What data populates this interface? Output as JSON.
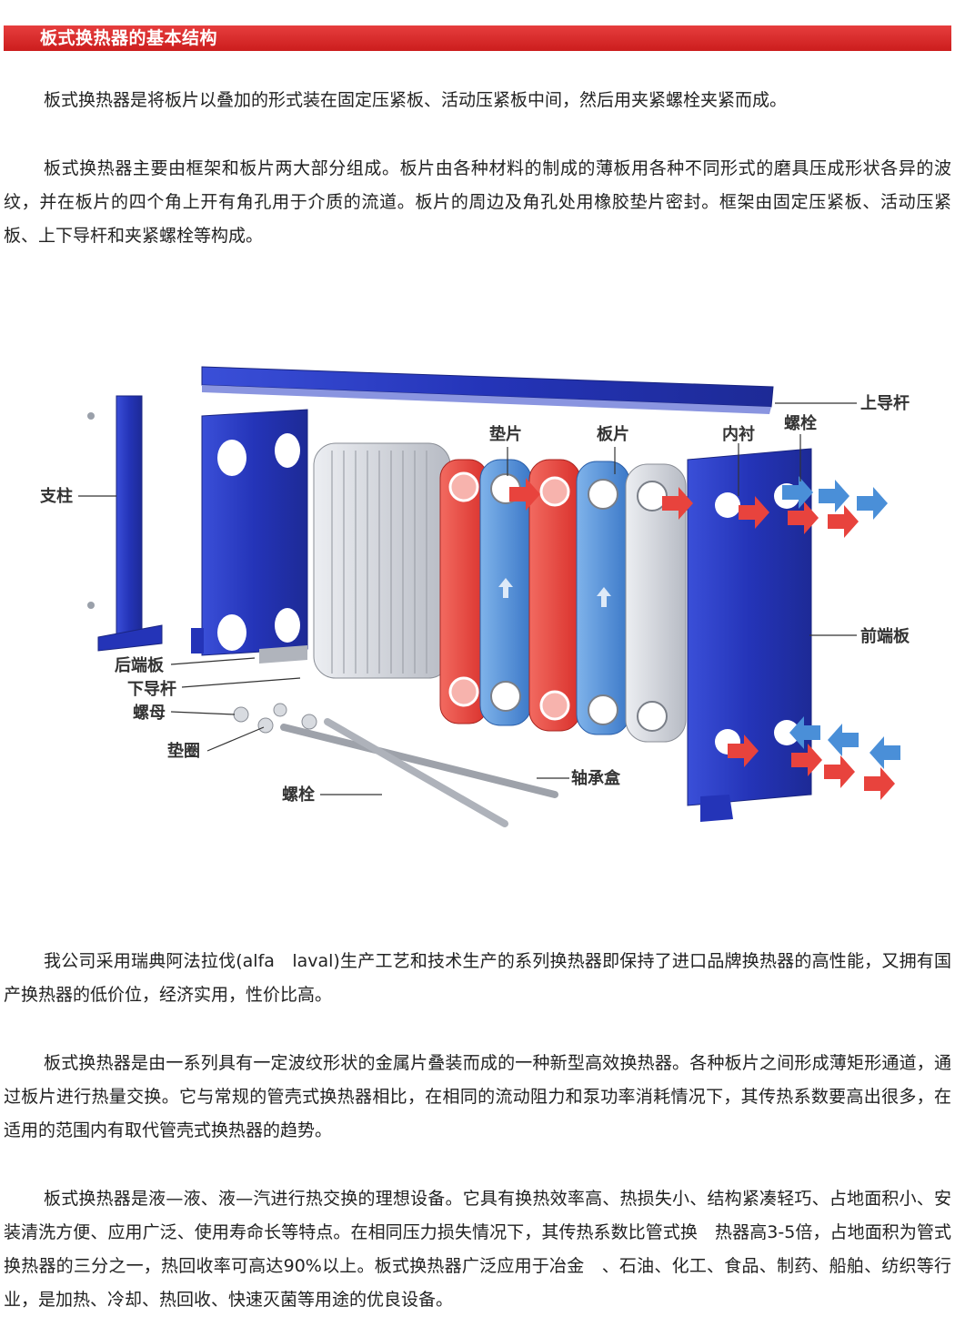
{
  "header": {
    "title": "板式换热器的基本结构"
  },
  "paragraphs": {
    "p1": "板式换热器是将板片以叠加的形式装在固定压紧板、活动压紧板中间，然后用夹紧螺栓夹紧而成。",
    "p2": "板式换热器主要由框架和板片两大部分组成。板片由各种材料的制成的薄板用各种不同形式的磨具压成形状各异的波纹，并在板片的四个角上开有角孔用于介质的流道。板片的周边及角孔处用橡胶垫片密封。框架由固定压紧板、活动压紧板、上下导杆和夹紧螺栓等构成。",
    "p3": "我公司采用瑞典阿法拉伐(alfa　laval)生产工艺和技术生产的系列换热器即保持了进口品牌换热器的高性能，又拥有国产换热器的低价位，经济实用，性价比高。",
    "p4": "板式换热器是由一系列具有一定波纹形状的金属片叠装而成的一种新型高效换热器。各种板片之间形成薄矩形通道，通过板片进行热量交换。它与常规的管壳式换热器相比，在相同的流动阻力和泵功率消耗情况下，其传热系数要高出很多，在适用的范围内有取代管壳式换热器的趋势。",
    "p5": "板式换热器是液—液、液—汽进行热交换的理想设备。它具有换热效率高、热损失小、结构紧凑轻巧、占地面积小、安装清洗方便、应用广泛、使用寿命长等特点。在相同压力损失情况下，其传热系数比管式换　热器高3-5倍，占地面积为管式换热器的三分之一，热回收率可高达90%以上。板式换热器广泛应用于冶金　、石油、化工、食品、制药、船舶、纺织等行业，是加热、冷却、热回收、快速灭菌等用途的优良设备。"
  },
  "diagram": {
    "labels": {
      "upper_guide": "上导杆",
      "gasket": "垫片",
      "plate": "板片",
      "liner": "内衬",
      "bolt_top": "螺栓",
      "column": "支柱",
      "front_plate": "前端板",
      "rear_plate": "后端板",
      "lower_guide": "下导杆",
      "nut": "螺母",
      "washer": "垫圈",
      "bolt": "螺栓",
      "bearing_box": "轴承盒"
    },
    "colors": {
      "frame_blue": "#2e3fc4",
      "hot_red": "#e8433d",
      "cold_blue": "#4a8fd8",
      "steel": "#c9ccd3"
    }
  }
}
